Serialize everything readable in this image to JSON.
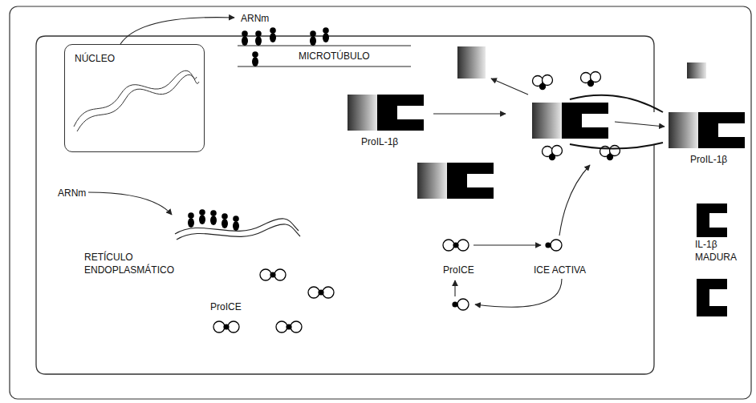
{
  "diagram": {
    "nodes": [
      {
        "text": [
          "NÚCLEO"
        ]
      }
    ],
    "labels": [
      "ARNm",
      "MICROTÚBULO",
      "ProIL-1β",
      "ARNm",
      "RETÍCULO ENDOPLASMÁTICO",
      "ProICE",
      "ProICE",
      "ICE ACTIVA",
      "ProIL-1β",
      "IL-1β MADURA"
    ]
  }
}
